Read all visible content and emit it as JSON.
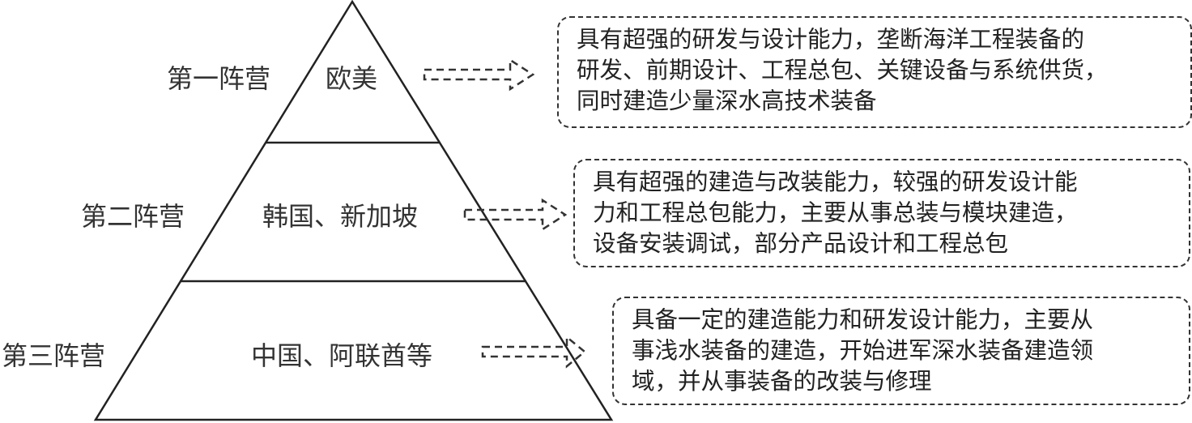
{
  "diagram": {
    "type": "pyramid",
    "tiers": [
      {
        "label": "第一阵营",
        "region": "欧美",
        "description_lines": [
          "具有超强的研发与设计能力，垄断海洋工程装备的",
          "研发、前期设计、工程总包、关键设备与系统供货，",
          "同时建造少量深水高技术装备"
        ]
      },
      {
        "label": "第二阵营",
        "region": "韩国、新加坡",
        "description_lines": [
          "具有超强的建造与改装能力，较强的研发设计能",
          "力和工程总包能力，主要从事总装与模块建造，",
          "设备安装调试，部分产品设计和工程总包"
        ]
      },
      {
        "label": "第三阵营",
        "region": "中国、阿联酋等",
        "description_lines": [
          "具备一定的建造能力和研发设计能力，主要从",
          "事浅水装备的建造，开始进军深水装备建造领",
          "域，并从事装备的改装与修理"
        ]
      }
    ],
    "colors": {
      "line": "#222222",
      "text": "#333333",
      "background": "#ffffff"
    }
  }
}
